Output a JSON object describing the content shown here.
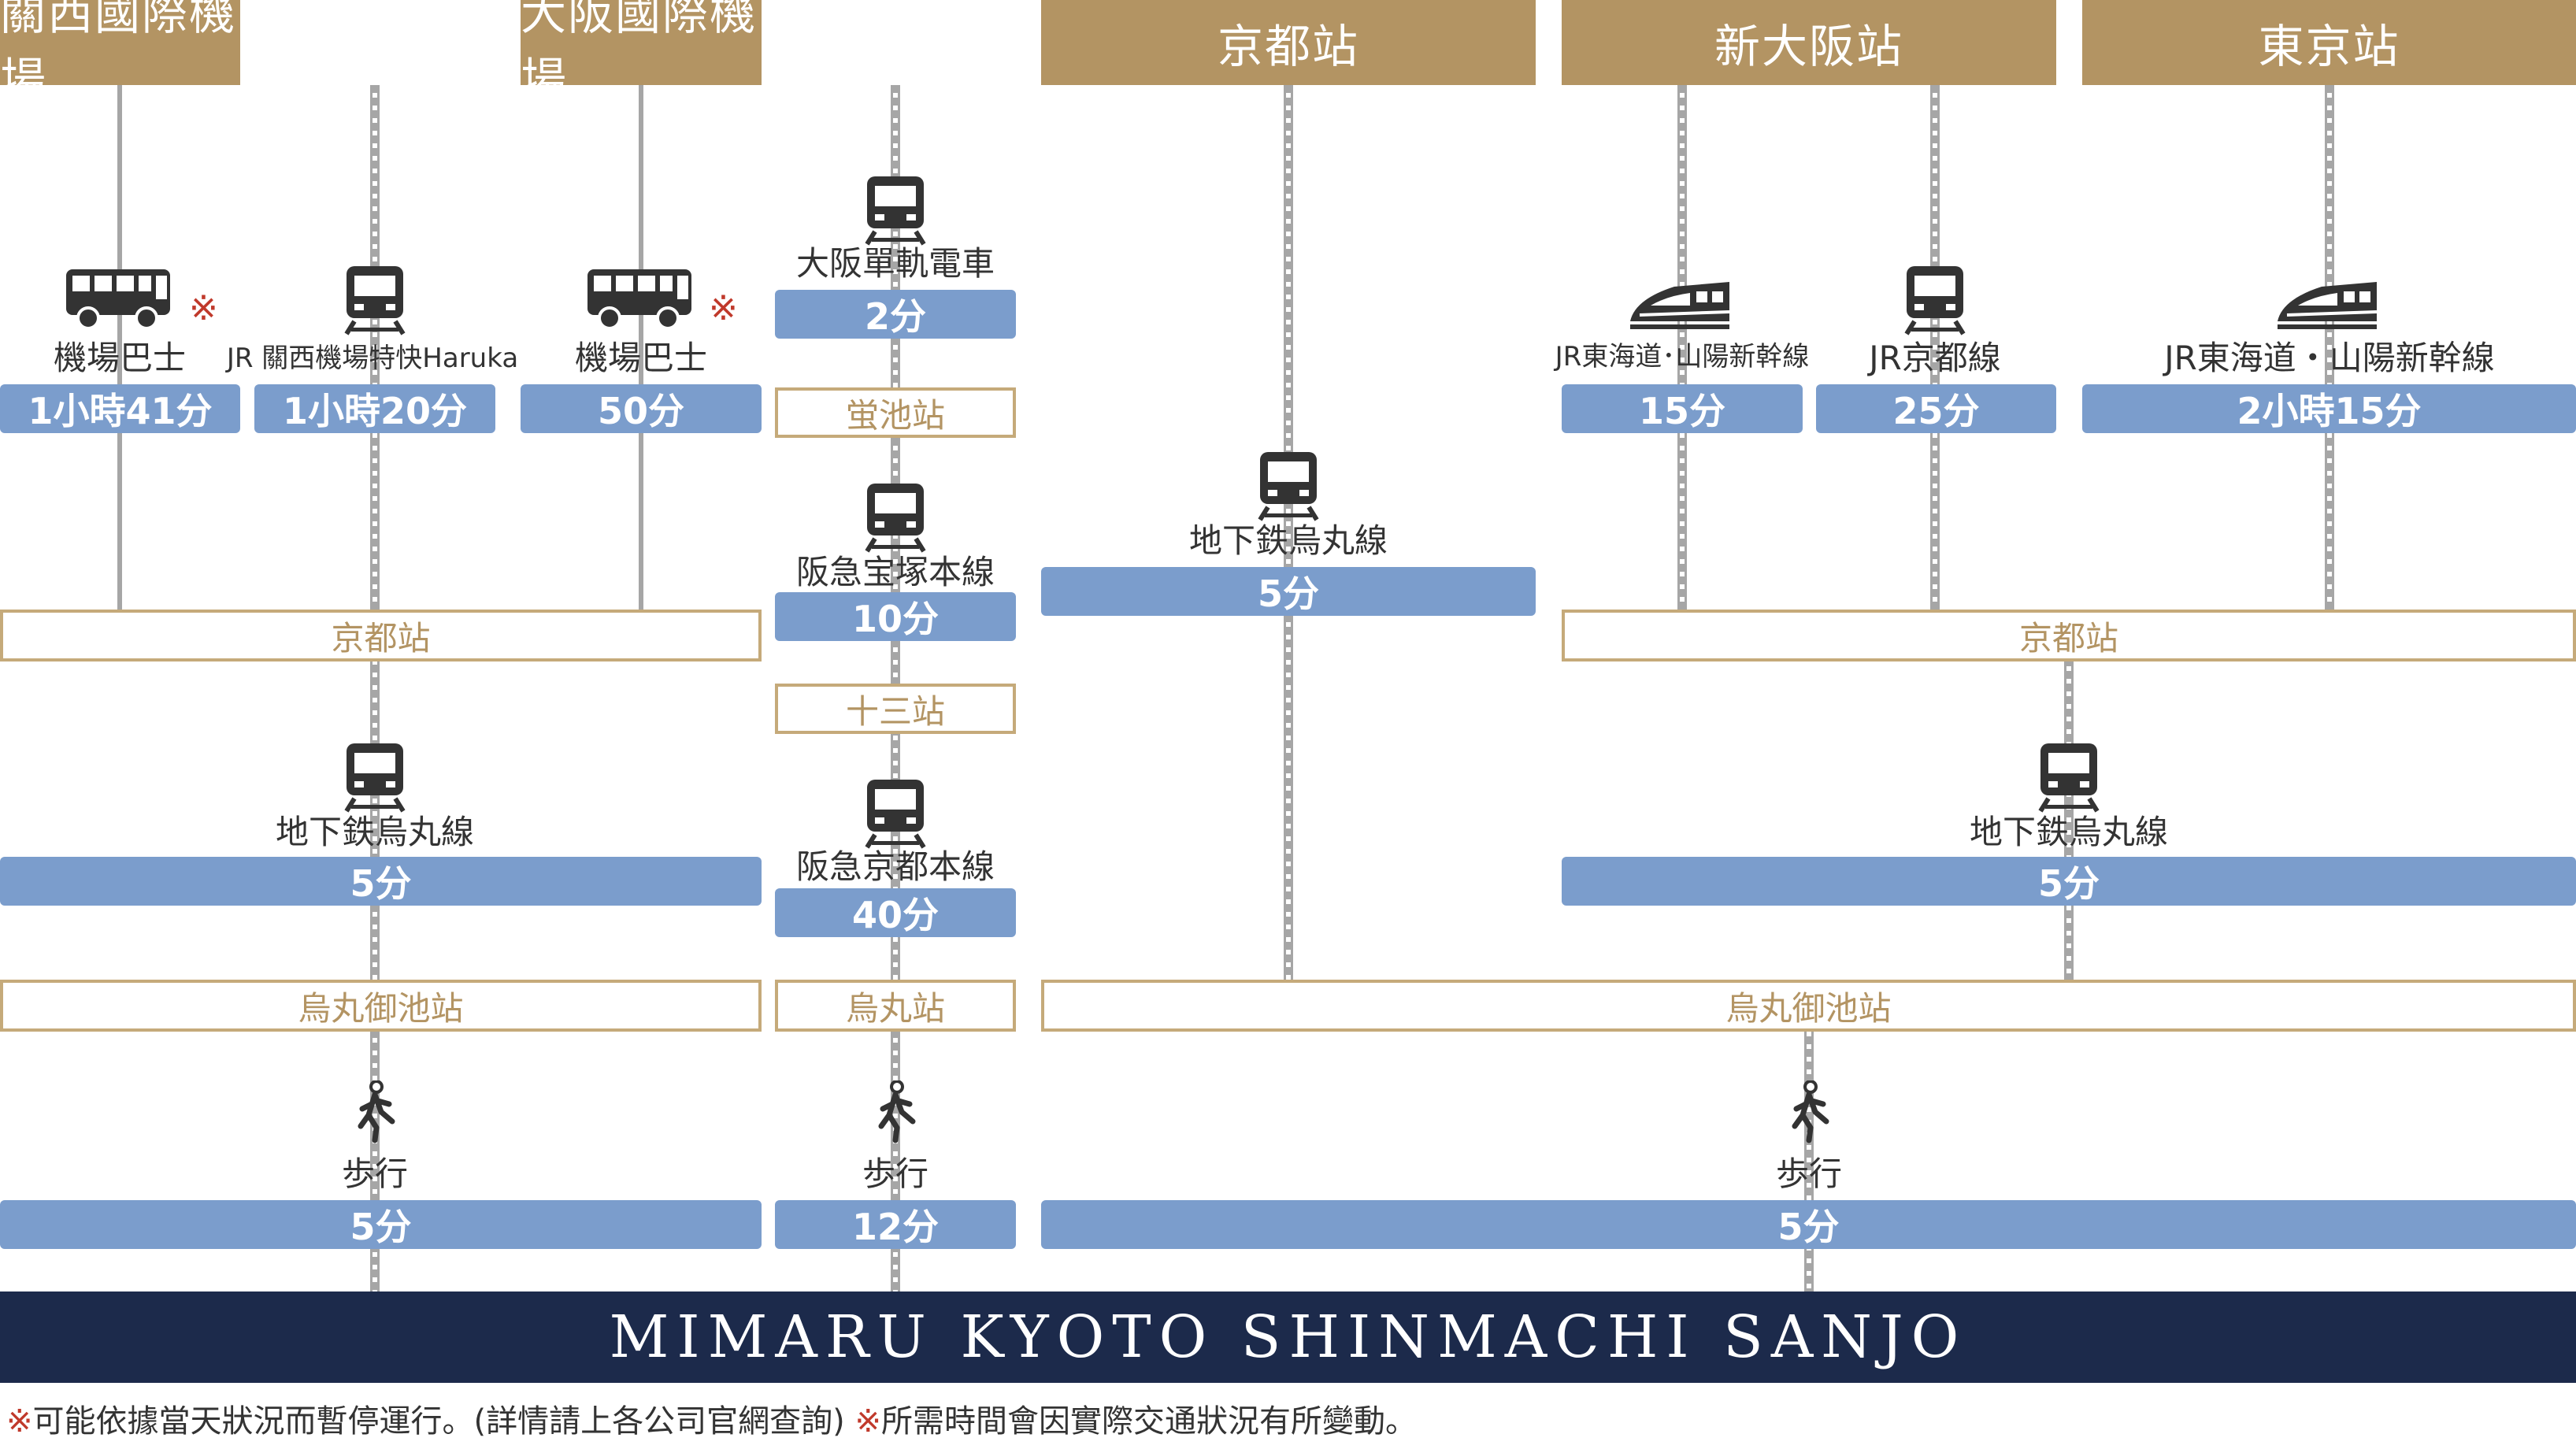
{
  "headers": {
    "kansai": "關西國際機場",
    "osaka": "大阪國際機場",
    "kyoto": "京都站",
    "shinosaka": "新大阪站",
    "tokyo": "東京站"
  },
  "routes": {
    "kansai_bus": {
      "label": "機場巴士",
      "time": "1小時41分",
      "mark": "※"
    },
    "kansai_jr": {
      "label": "JR 關西機場特快Haruka",
      "time": "1小時20分"
    },
    "osaka_bus": {
      "label": "機場巴士",
      "time": "50分",
      "mark": "※"
    },
    "osaka_monorail": {
      "label": "大阪單軌電車",
      "time": "2分"
    },
    "hotarugaike": "蛍池站",
    "hankyu_takarazuka": {
      "label": "阪急宝塚本線",
      "time": "10分"
    },
    "juso": "十三站",
    "hankyu_kyoto": {
      "label": "阪急京都本線",
      "time": "40分"
    },
    "kyoto_subway": {
      "label": "地下鉄烏丸線",
      "time": "5分"
    },
    "shin_shinkansen": {
      "label": "JR東海道･山陽新幹線",
      "time": "15分"
    },
    "shin_jr": {
      "label": "JR京都線",
      "time": "25分"
    },
    "tokyo_shinkansen": {
      "label": "JR東海道・山陽新幹線",
      "time": "2小時15分"
    }
  },
  "stations": {
    "kyoto_left": "京都站",
    "kyoto_right": "京都站",
    "oike_left": "烏丸御池站",
    "karasuma": "烏丸站",
    "oike_right": "烏丸御池站"
  },
  "subway_left": {
    "label": "地下鉄烏丸線",
    "time": "5分"
  },
  "subway_right": {
    "label": "地下鉄烏丸線",
    "time": "5分"
  },
  "walk_left": {
    "label": "歩行",
    "time": "5分"
  },
  "walk_mid": {
    "label": "歩行",
    "time": "12分"
  },
  "walk_right": {
    "label": "歩行",
    "time": "5分"
  },
  "footer": {
    "title": "MIMARU KYOTO SHINMACHI SANJO",
    "note_mark_1": "※",
    "note_1": "可能依據當天狀況而暫停運行。(詳情請上各公司官網查詢)",
    "note_mark_2": "※",
    "note_2": "所需時間會因實際交通狀況有所變動。"
  },
  "colors": {
    "header_gold": "#b39463",
    "time_blue": "#7b9dcc",
    "footer_navy": "#1c2a4b",
    "note_red": "#c0392b"
  },
  "icons": [
    "bus-icon",
    "train-icon",
    "shinkansen-icon",
    "walk-icon"
  ]
}
